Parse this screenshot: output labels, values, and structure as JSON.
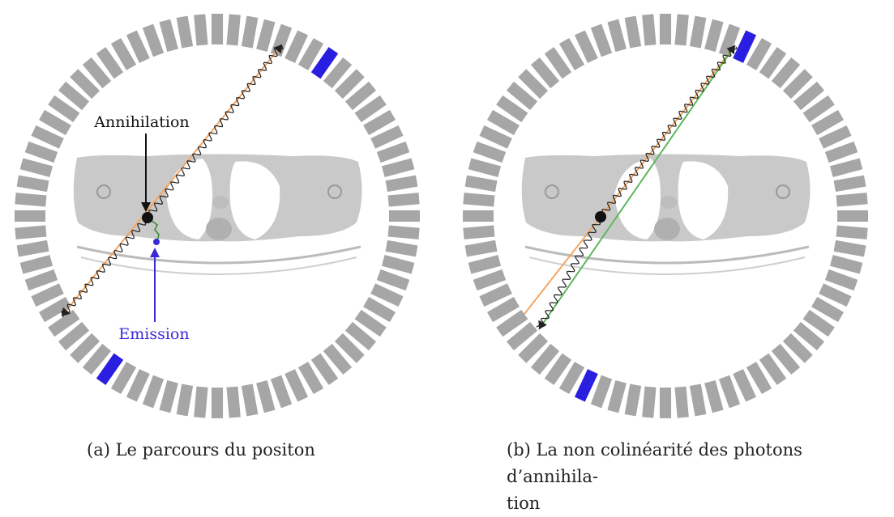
{
  "colors": {
    "detector": "#a6a6a6",
    "active_detector": "#2a1fe0",
    "lor_orange": "#f5a560",
    "lor_green": "#5cb85c",
    "photon_wave": "#222222",
    "annihilation": "#111111",
    "emission": "#3a2ad6",
    "positron_path": "#2e8b2e"
  },
  "panels": [
    {
      "id": "a",
      "labels": {
        "annihilation": "Annihilation",
        "emission": "Emission"
      },
      "caption": "(a) Le parcours du positon"
    },
    {
      "id": "b",
      "caption_line1": "(b) La non colinéarité des photons d’annihila-",
      "caption_line2": "tion"
    }
  ]
}
